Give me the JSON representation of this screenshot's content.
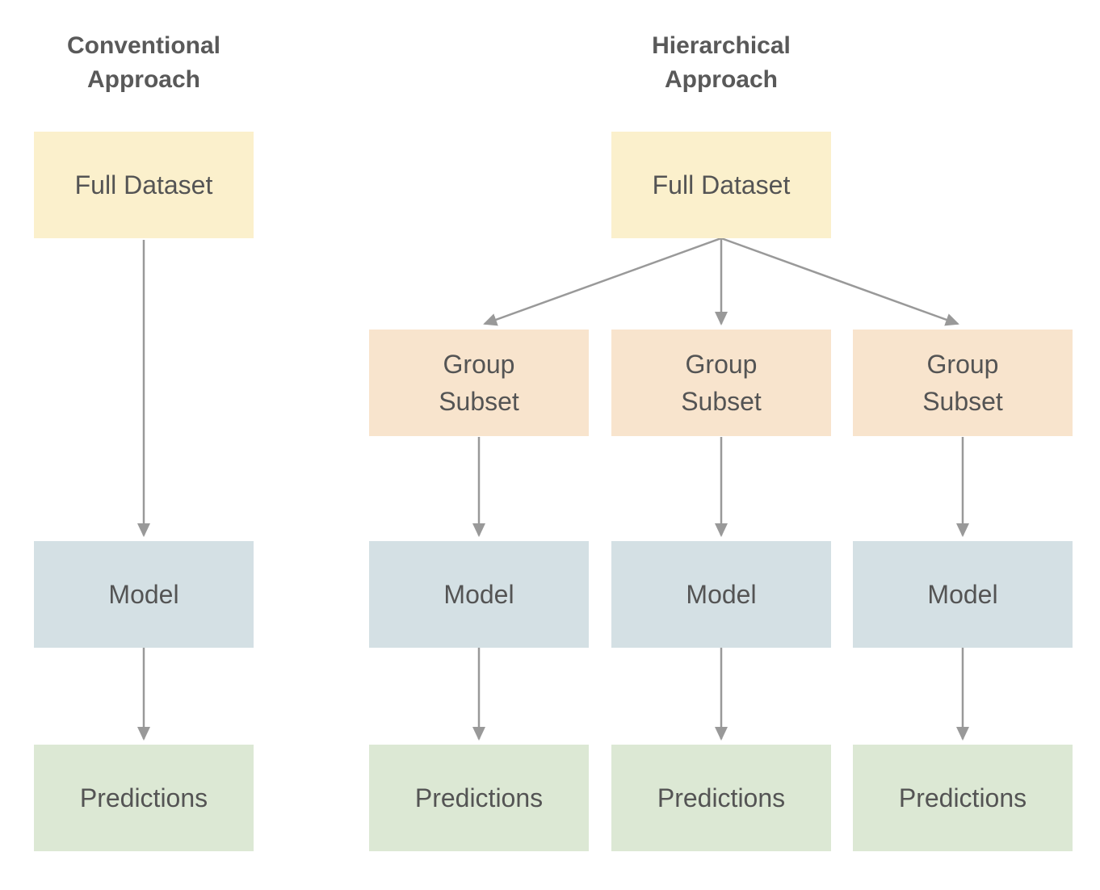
{
  "titles": {
    "conventional": "Conventional\nApproach",
    "hierarchical": "Hierarchical\nApproach"
  },
  "conventional": {
    "full_dataset": "Full Dataset",
    "model": "Model",
    "predictions": "Predictions"
  },
  "hierarchical": {
    "full_dataset": "Full Dataset",
    "columns": [
      {
        "group_subset": "Group\nSubset",
        "model": "Model",
        "predictions": "Predictions"
      },
      {
        "group_subset": "Group\nSubset",
        "model": "Model",
        "predictions": "Predictions"
      },
      {
        "group_subset": "Group\nSubset",
        "model": "Model",
        "predictions": "Predictions"
      }
    ]
  },
  "colors": {
    "dataset_box": "#FBF0CC",
    "subset_box": "#F8E4CD",
    "model_box": "#D4E0E4",
    "predictions_box": "#DCE8D4",
    "arrow": "#999999",
    "title_text": "#595959",
    "box_text": "#545454",
    "background": "#FFFFFF"
  }
}
